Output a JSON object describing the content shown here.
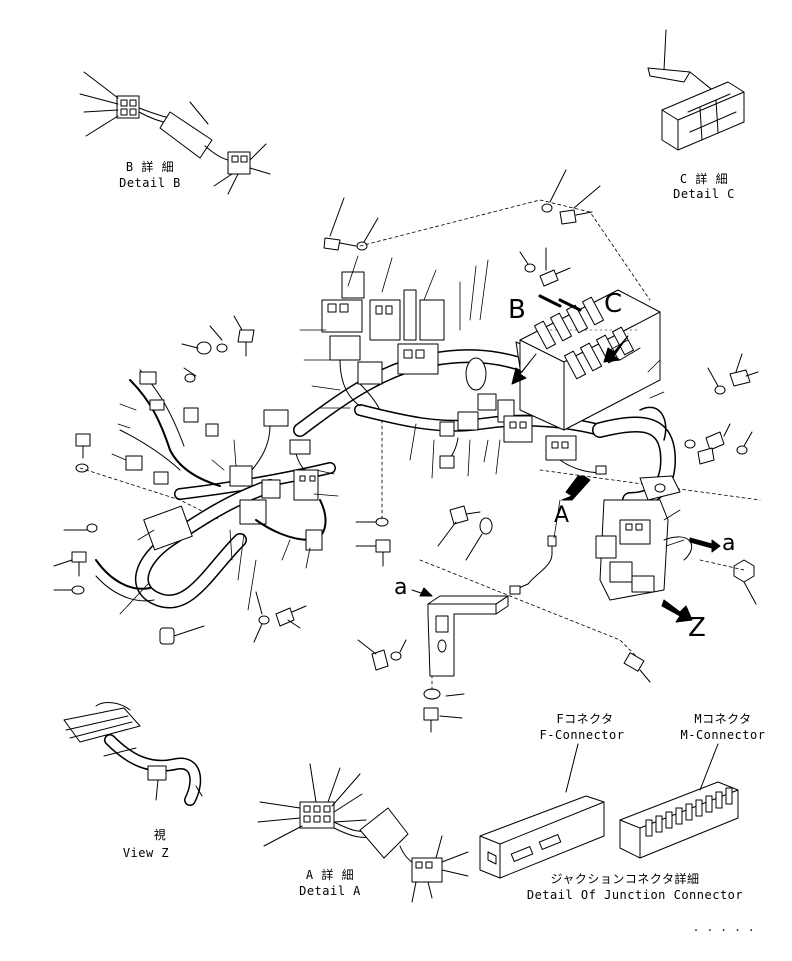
{
  "details": {
    "detail_b": {
      "jp": "B 詳 細",
      "en": "Detail B"
    },
    "detail_c": {
      "jp": "C 詳 細",
      "en": "Detail C"
    },
    "detail_a": {
      "jp": "A 詳 細",
      "en": "Detail A"
    },
    "view_z": {
      "jp": "視",
      "en": "View Z"
    }
  },
  "connectors": {
    "f": {
      "jp": "Fコネクタ",
      "en": "F-Connector"
    },
    "m": {
      "jp": "Mコネクタ",
      "en": "M-Connector"
    },
    "junction": {
      "jp": "ジャクションコネクタ詳細",
      "en": "Detail Of Junction Connector"
    }
  },
  "callouts": {
    "b": "B",
    "c": "C",
    "a_view": "A",
    "z": "Z",
    "a_lower1": "a",
    "a_lower2": "a"
  },
  "footer": {
    "mark": "・ ・ ・ ・ ・"
  }
}
